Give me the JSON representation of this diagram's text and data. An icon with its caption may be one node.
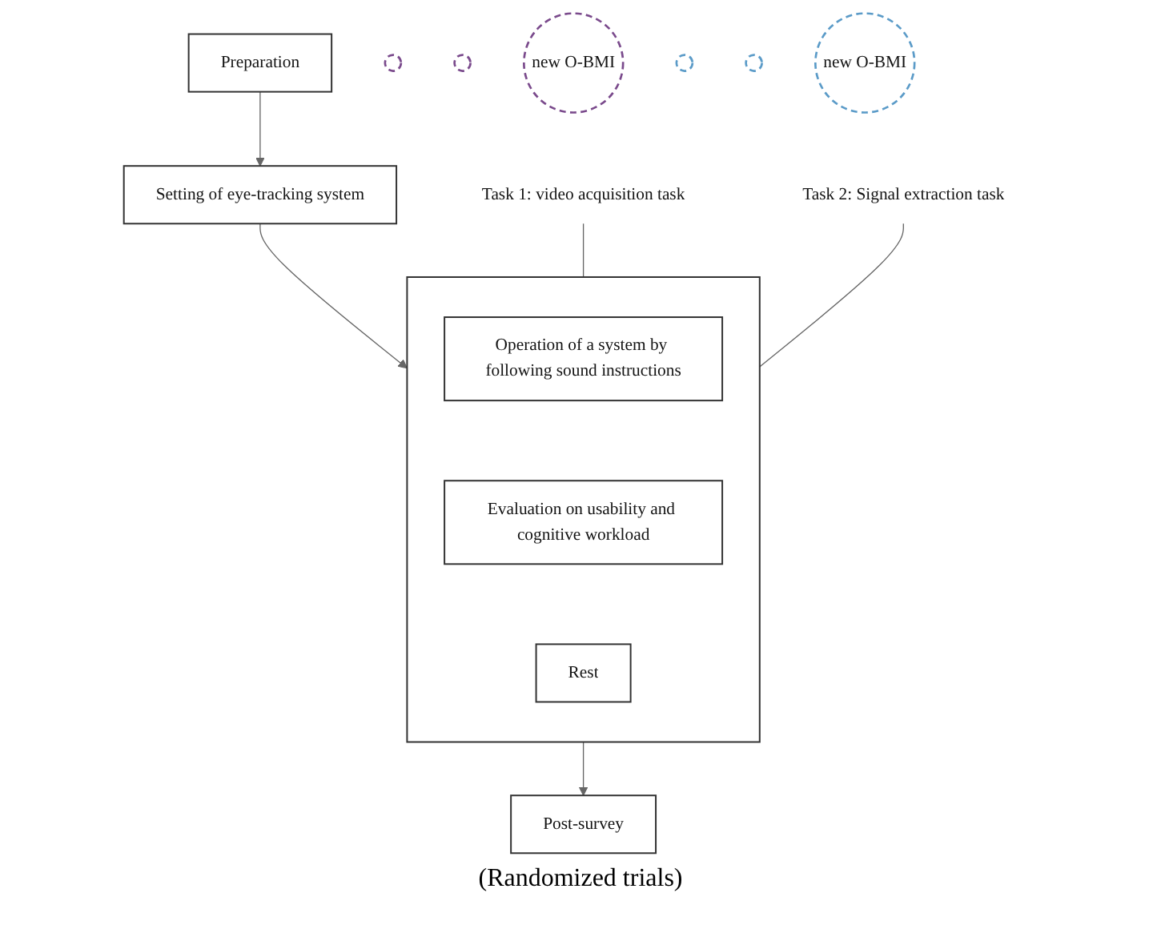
{
  "diagram": {
    "nodes": [
      {
        "text": [
          "Preparation"
        ]
      },
      {
        "text": [
          "Setting of eye-tracking system"
        ]
      },
      {
        "text": [
          "Task 1: video acquisition task"
        ]
      },
      {
        "text": [],
        "shape": "circle"
      },
      {
        "text": [],
        "shape": "circle"
      },
      {
        "text": [
          "new O-BMI"
        ]
      },
      {
        "text": [],
        "shape": "box"
      },
      {
        "text": [
          "Operation of a system by following sound instructions"
        ],
        "in": 6
      },
      {
        "text": [
          "Evaluation on usability and cognitive workload"
        ],
        "in": 6
      },
      {
        "text": [
          "Rest"
        ],
        "in": 6
      },
      {
        "text": [
          "Task 2: Signal extraction task"
        ]
      },
      {
        "text": [],
        "shape": "circle"
      },
      {
        "text": [],
        "shape": "circle"
      },
      {
        "text": [
          "new O-BMI"
        ]
      },
      {
        "text": [
          "Post-survey"
        ]
      }
    ],
    "edges": [
      {
        "from": 0,
        "to": 1,
        "arrow": "to"
      },
      {
        "from": 1,
        "to": 6,
        "arrow": "to"
      },
      {
        "from": 2,
        "to": 6,
        "arrow": "none"
      },
      {
        "from": 10,
        "to": 6,
        "arrow": "none"
      },
      {
        "from": 6,
        "to": 14,
        "arrow": "to"
      }
    ],
    "labels": [
      "(Randomized trials)"
    ]
  }
}
